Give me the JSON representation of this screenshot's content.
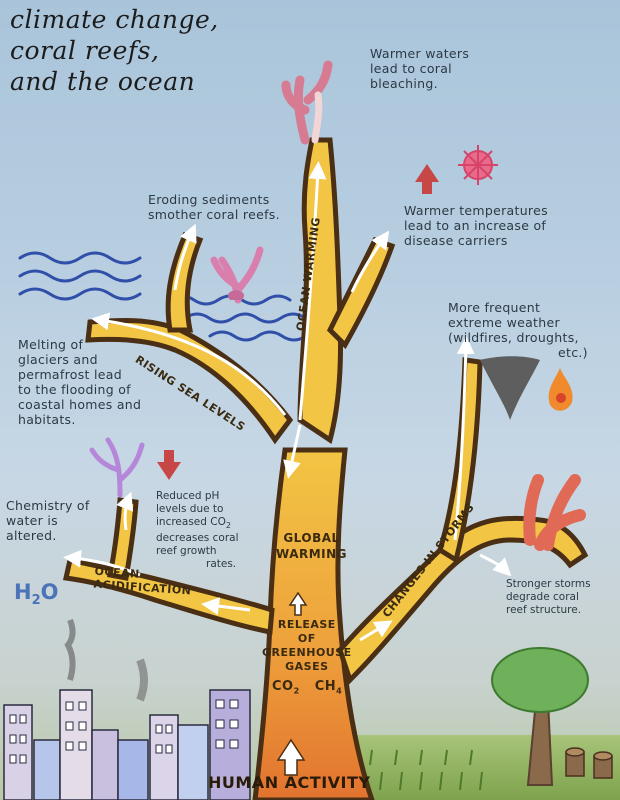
{
  "title": {
    "line1": "climate change,",
    "line2": "coral reefs,",
    "line3": "and the ocean"
  },
  "notes": {
    "bleaching": [
      "Warmer waters",
      "lead to coral",
      "bleaching."
    ],
    "sediments": [
      "Eroding sediments",
      "smother coral reefs."
    ],
    "disease": [
      "Warmer temperatures",
      "lead to an increase of",
      "disease carriers"
    ],
    "weather": [
      "More frequent",
      "extreme weather",
      "(wildfires, droughts,",
      "etc.)"
    ],
    "melting": [
      "Melting of",
      "glaciers and",
      "permafrost lead",
      "to the flooding of",
      "coastal homes and",
      "habitats."
    ],
    "chemistry": [
      "Chemistry of",
      "water is",
      "altered."
    ],
    "ph": {
      "line1": "Reduced pH",
      "line2": "levels due to",
      "line3_pre": "increased CO",
      "line3_sub": "2",
      "line4": "decreases coral",
      "line5": "reef growth",
      "line6": "rates."
    },
    "storms": [
      "Stronger storms",
      "degrade coral",
      "reef structure."
    ]
  },
  "branches": {
    "rising_sea": "RISING SEA LEVELS",
    "ocean_warming": "OCEAN WARMING",
    "global_warming_1": "GLOBAL",
    "global_warming_2": "WARMING",
    "ocean_acid_1": "OCEAN",
    "ocean_acid_2": "ACIDIFICATION",
    "changes_storms": "CHANGES IN STORMS",
    "release_1": "RELEASE",
    "release_2": "OF",
    "release_3": "GREENHOUSE",
    "release_4": "GASES",
    "gas_co2": "CO",
    "gas_co2_sub": "2",
    "gas_ch4": "CH",
    "gas_ch4_sub": "4",
    "human_activity": "HUMAN ACTIVITY"
  },
  "h2o": {
    "h": "H",
    "sub": "2",
    "o": "O"
  },
  "colors": {
    "sky": "#b9cfe1",
    "trunk": "#e9923a",
    "branch": "#f2c544",
    "outline": "#4a2f14",
    "wave": "#2f4fa8",
    "coral_pink": "#e79a9a",
    "grass": "#8fb35a"
  }
}
